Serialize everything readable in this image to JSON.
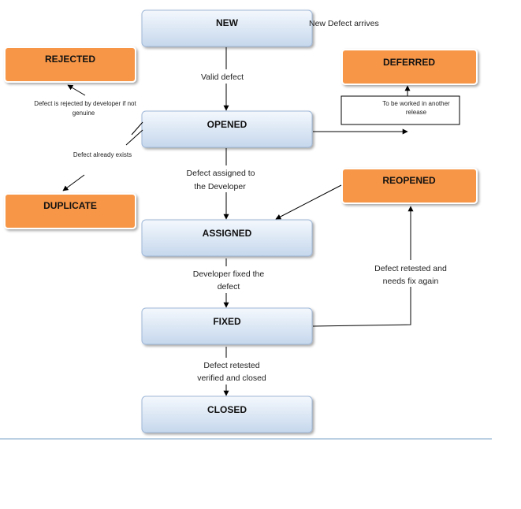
{
  "states": {
    "new": "NEW",
    "opened": "OPENED",
    "assigned": "ASSIGNED",
    "fixed": "FIXED",
    "closed": "CLOSED",
    "rejected": "REJECTED",
    "duplicate": "DUPLICATE",
    "deferred": "DEFERRED",
    "reopened": "REOPENED"
  },
  "labels": {
    "new_arrives": "New Defect arrives",
    "valid_defect": "Valid defect",
    "rejected_line1": "Defect is rejected by developer if not",
    "rejected_line2": "genuine",
    "already_exists": "Defect already exists",
    "assigned_line1": "Defect assigned to",
    "assigned_line2": "the Developer",
    "fixed_line1": "Developer fixed the",
    "fixed_line2": "defect",
    "closed_line1": "Defect retested",
    "closed_line2": "verified and closed",
    "deferred_line1": "To be worked in another",
    "deferred_line2": "release",
    "reopened_line1": "Defect retested and",
    "reopened_line2": "needs fix again"
  },
  "colors": {
    "main_box_top": "#f4f8fd",
    "main_box_bottom": "#c5d7ec",
    "main_box_border": "#9fb8d8",
    "side_box_fill": "#f79646",
    "side_box_border": "#ffffff",
    "baseline": "#7aa0c8"
  }
}
